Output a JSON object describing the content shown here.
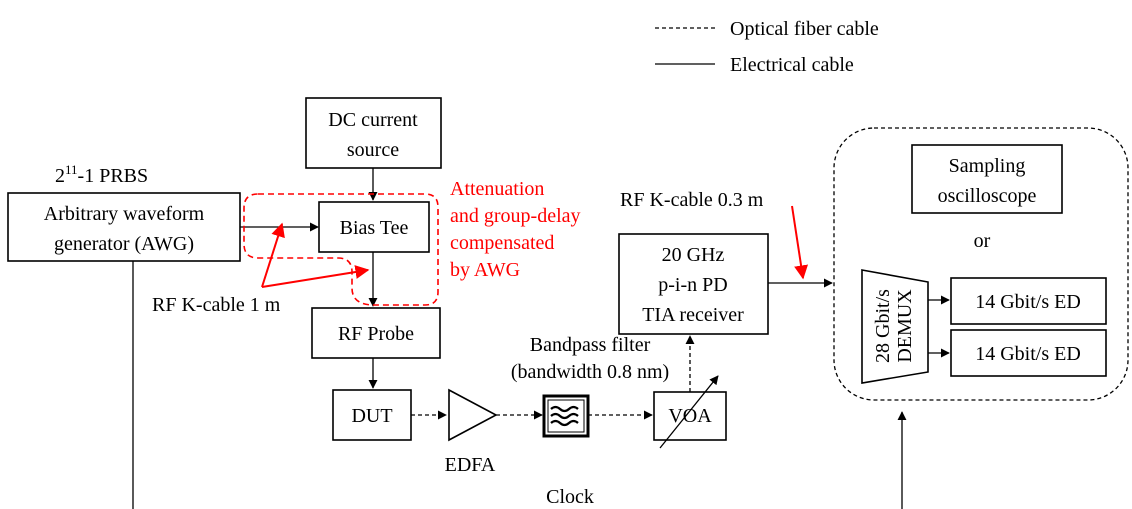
{
  "legend": {
    "optical": "Optical fiber cable",
    "electrical": "Electrical cable"
  },
  "blocks": {
    "dc_source": [
      "DC current",
      "source"
    ],
    "prbs_sup": "11",
    "prbs_pre": "2",
    "prbs_post": "-1 PRBS",
    "awg": [
      "Arbitrary waveform",
      "generator (AWG)"
    ],
    "bias_tee": "Bias Tee",
    "rf_probe": "RF Probe",
    "dut": "DUT",
    "edfa": "EDFA",
    "bandpass": [
      "Bandpass filter",
      "(bandwidth 0.8 nm)"
    ],
    "voa": "VOA",
    "receiver": [
      "20 GHz",
      "p-i-n PD",
      "TIA receiver"
    ],
    "sampling": [
      "Sampling",
      "oscilloscope"
    ],
    "or": "or",
    "demux": [
      "28 Gbit/s",
      "DEMUX"
    ],
    "ed1": "14 Gbit/s ED",
    "ed2": "14 Gbit/s ED",
    "clock": "Clock"
  },
  "annotations": {
    "compensation": [
      "Attenuation",
      "and group-delay",
      "compensated",
      "by AWG"
    ],
    "cable_1m": "RF K-cable 1 m",
    "cable_03m": "RF K-cable 0.3 m"
  },
  "colors": {
    "annotation": "#ff0000",
    "line": "#000000"
  }
}
